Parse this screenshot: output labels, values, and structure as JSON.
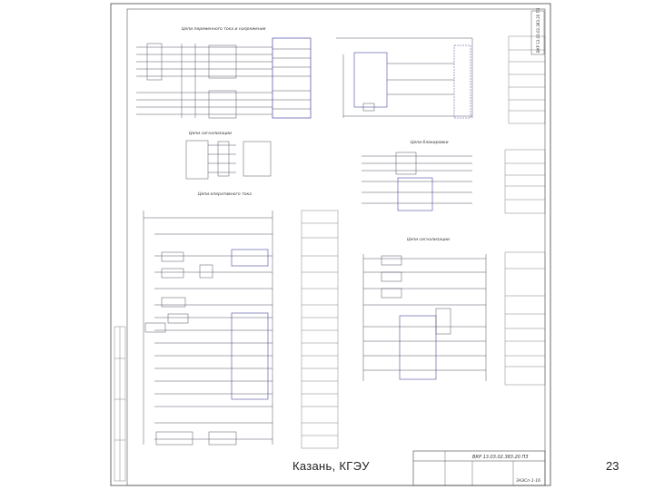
{
  "slide": {
    "footer_text": "Казань, КГЭУ",
    "page_number": "23"
  },
  "drawing": {
    "stamp_code": "ВКР 13.03.02.383.20 ПЗ",
    "sheet_code": "ЗАЭСп-1-16",
    "top_right_code": "ВКР 13.03.02.383.20 ПЗ",
    "section_titles": {
      "current_voltage": "Цепи переменного тока и напряжения",
      "signalling_small": "Цепи сигнализации",
      "operational": "Цепи оперативного тока",
      "blocking": "Цепи блокировки",
      "alarm": "Цепи сигнализации"
    }
  }
}
